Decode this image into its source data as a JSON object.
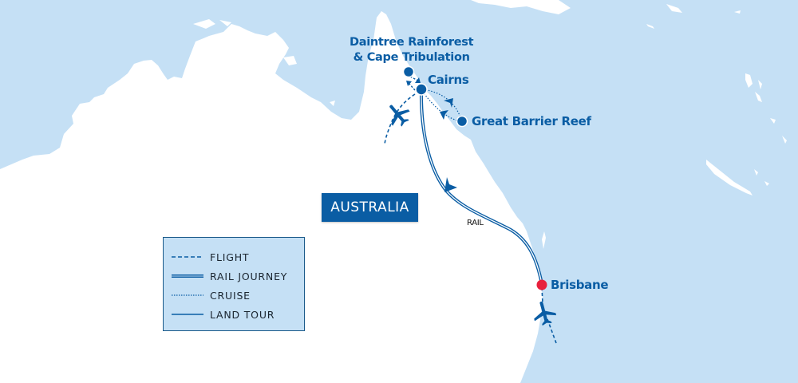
{
  "map": {
    "country_label": "AUSTRALIA",
    "colors": {
      "ocean": "#c5e0f5",
      "land": "#ffffff",
      "route": "#0a5da4",
      "highlight": "#e8203c"
    },
    "places": [
      {
        "id": "daintree",
        "label_line1": "Daintree Rainforest",
        "label_line2": "& Cape Tribulation"
      },
      {
        "id": "cairns",
        "label": "Cairns"
      },
      {
        "id": "great_barrier_reef",
        "label": "Great Barrier Reef"
      },
      {
        "id": "brisbane",
        "label": "Brisbane"
      }
    ],
    "route_labels": {
      "rail": "RAIL"
    }
  },
  "legend": {
    "items": [
      {
        "style": "dashed",
        "label": "FLIGHT"
      },
      {
        "style": "double",
        "label": "RAIL JOURNEY"
      },
      {
        "style": "dotted",
        "label": "CRUISE"
      },
      {
        "style": "solid",
        "label": "LAND TOUR"
      }
    ]
  }
}
